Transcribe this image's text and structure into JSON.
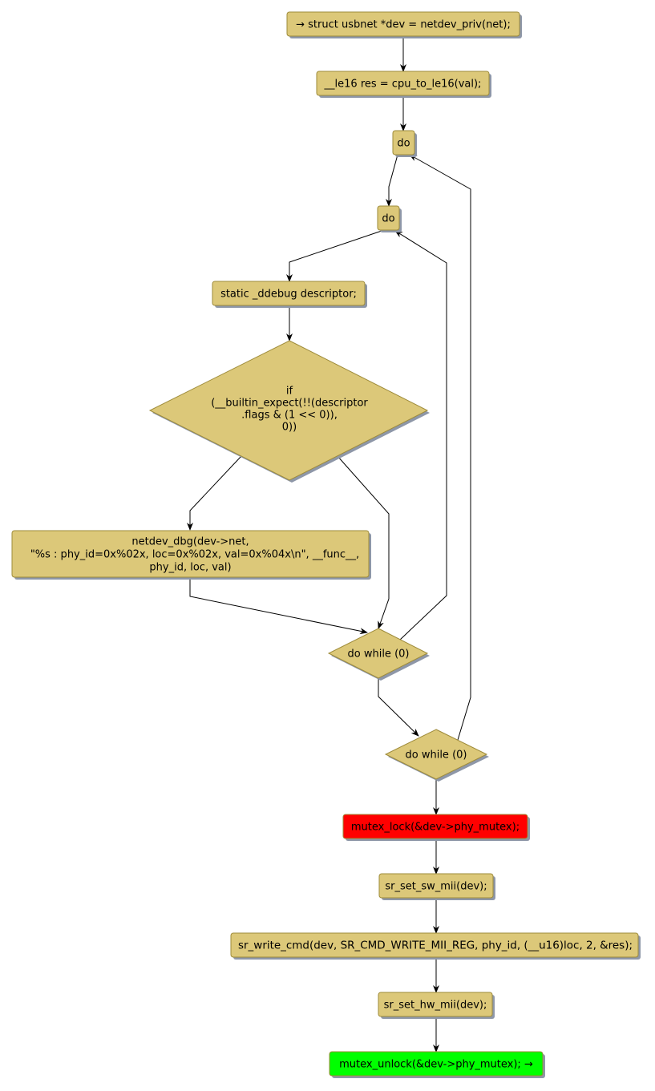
{
  "colors": {
    "node_fill": "#DCC879",
    "node_border": "#9E8B3A",
    "shadow": "#8E97A8",
    "start_fill": "#FF0000",
    "end_fill": "#00FF00",
    "edge": "#000000"
  },
  "nodes": {
    "start": "→ struct usbnet *dev = netdev_priv(net);",
    "res_decl": "__le16 res = cpu_to_le16(val);",
    "do_outer": "do",
    "do_inner": "do",
    "descriptor_decl": "static _ddebug descriptor;",
    "if_cond": [
      "if",
      "(__builtin_expect(!!(descriptor",
      ".flags & (1 << 0)),",
      "0))"
    ],
    "netdev_dbg": [
      "netdev_dbg(dev->net,",
      "\"%s : phy_id=0x%02x, loc=0x%02x, val=0x%04x\\n\", __func__,",
      "phy_id, loc, val)"
    ],
    "while_inner": "do while (0)",
    "while_outer": "do while (0)",
    "mutex_lock": "mutex_lock(&dev->phy_mutex);",
    "set_sw_mii": "sr_set_sw_mii(dev);",
    "write_cmd": "sr_write_cmd(dev, SR_CMD_WRITE_MII_REG, phy_id, (__u16)loc, 2, &res);",
    "set_hw_mii": "sr_set_hw_mii(dev);",
    "mutex_unlock": "mutex_unlock(&dev->phy_mutex); →"
  }
}
